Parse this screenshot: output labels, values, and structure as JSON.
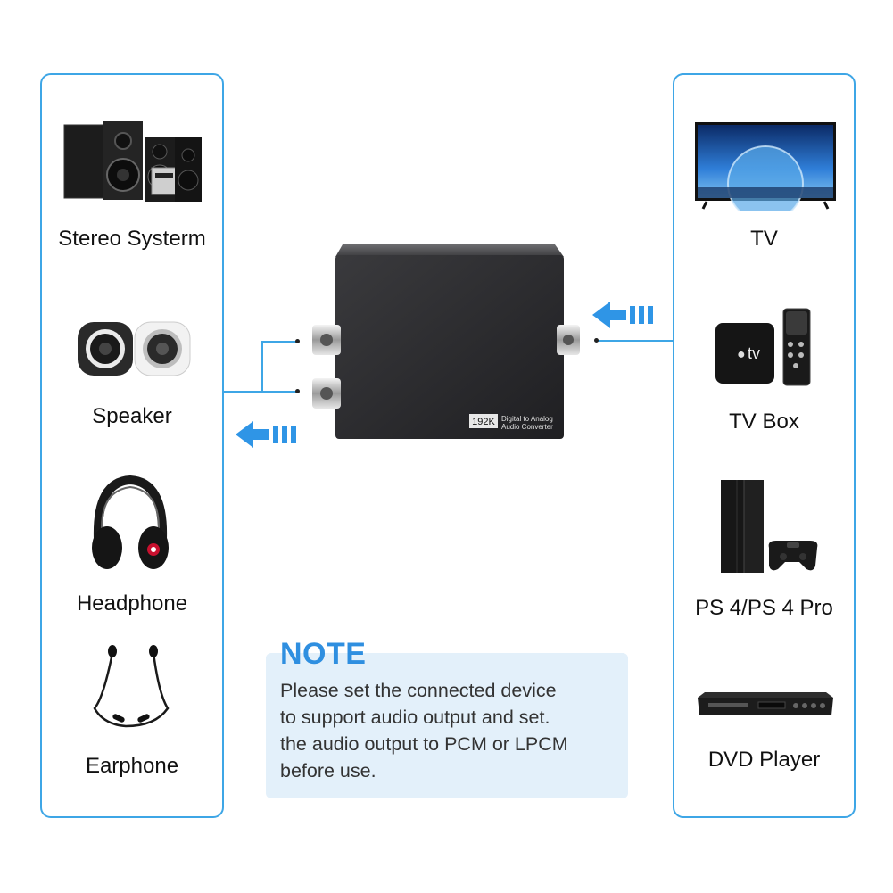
{
  "left_panel": {
    "items": [
      {
        "label": "Stereo Systerm",
        "icon": "stereo-system-icon"
      },
      {
        "label": "Speaker",
        "icon": "speaker-icon"
      },
      {
        "label": "Headphone",
        "icon": "headphone-icon"
      },
      {
        "label": "Earphone",
        "icon": "earphone-icon"
      }
    ]
  },
  "right_panel": {
    "items": [
      {
        "label": "TV",
        "icon": "tv-icon"
      },
      {
        "label": "TV Box",
        "icon": "tv-box-icon"
      },
      {
        "label": "PS 4/PS 4 Pro",
        "icon": "game-console-icon"
      },
      {
        "label": "DVD Player",
        "icon": "dvd-player-icon"
      }
    ]
  },
  "device": {
    "badge": "192K",
    "line1": "Digital to Analog",
    "line2": "Audio Converter"
  },
  "tv_box_logo": "tv",
  "note": {
    "title": "NOTE",
    "lines": [
      "Please set the connected device",
      "to support audio output and set.",
      "the audio output to PCM or LPCM",
      "before use."
    ]
  },
  "colors": {
    "accent": "#3ea6e6",
    "note_bg": "#e3f0fa",
    "note_title": "#2f8fe0",
    "device_body": "#2b2b2d"
  }
}
